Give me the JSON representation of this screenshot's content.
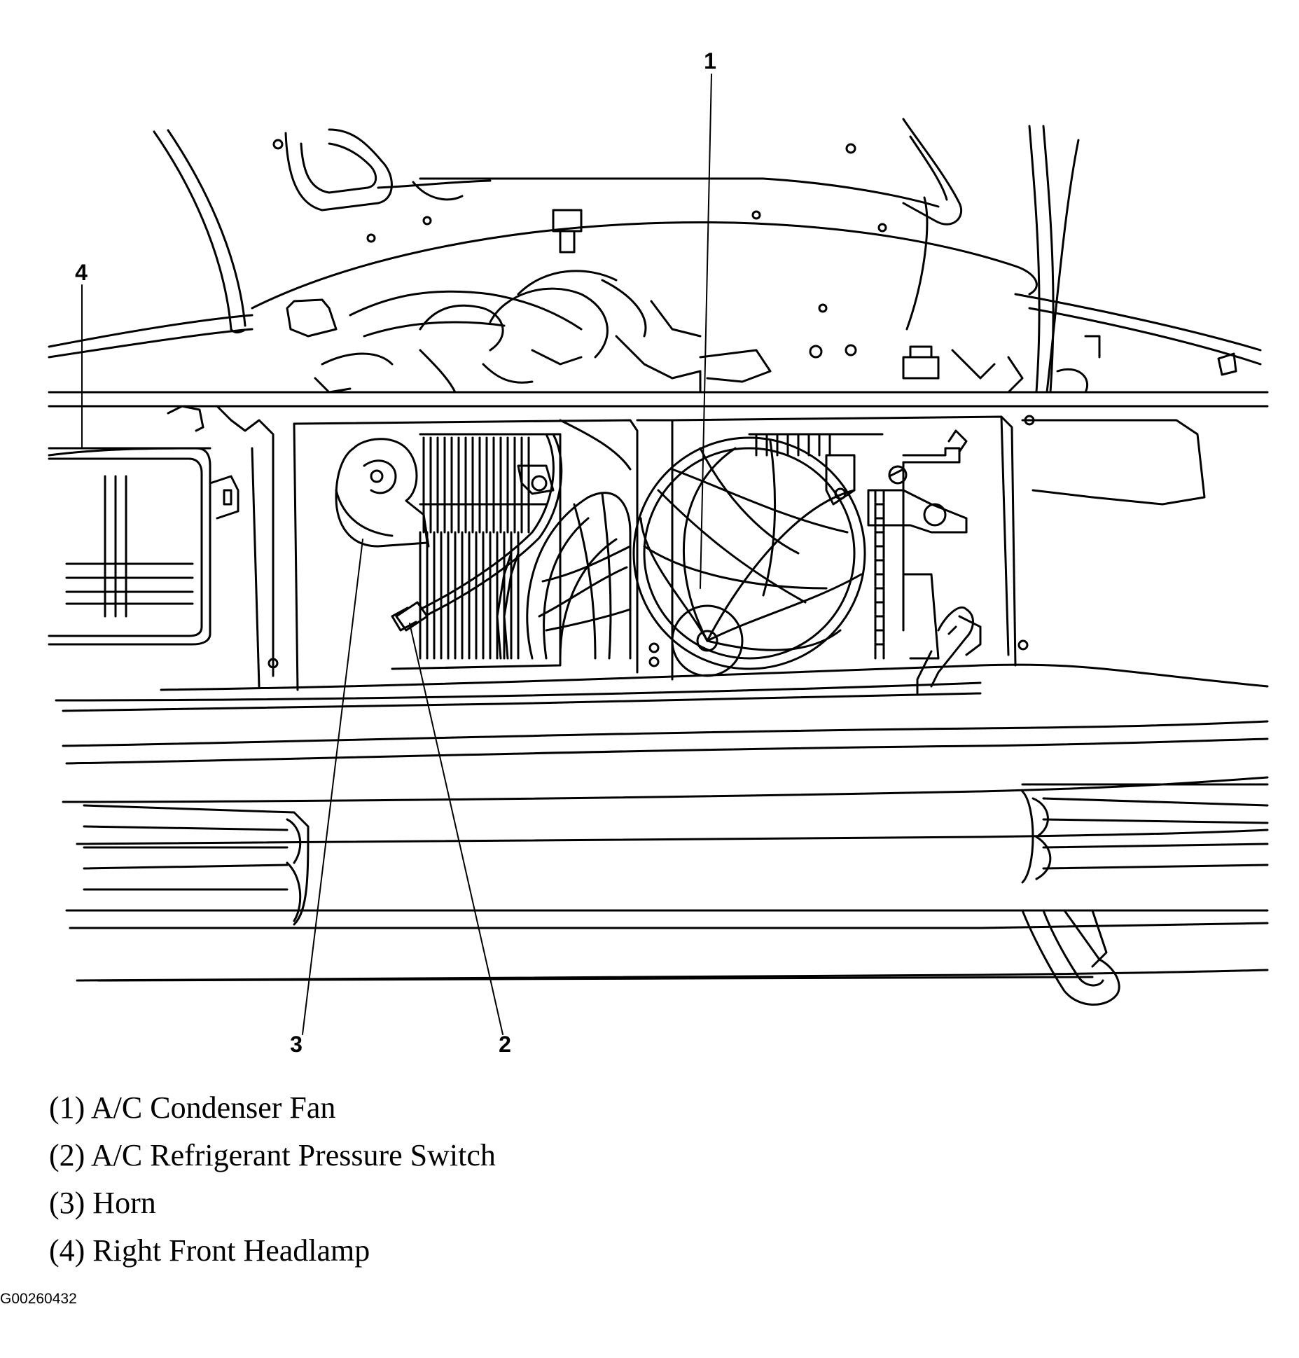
{
  "callouts": {
    "c1": "1",
    "c2": "2",
    "c3": "3",
    "c4": "4"
  },
  "legend": [
    "(1) A/C Condenser Fan",
    "(2) A/C Refrigerant Pressure Switch",
    "(3) Horn",
    "(4) Right Front Headlamp"
  ],
  "figure_id": "G00260432"
}
